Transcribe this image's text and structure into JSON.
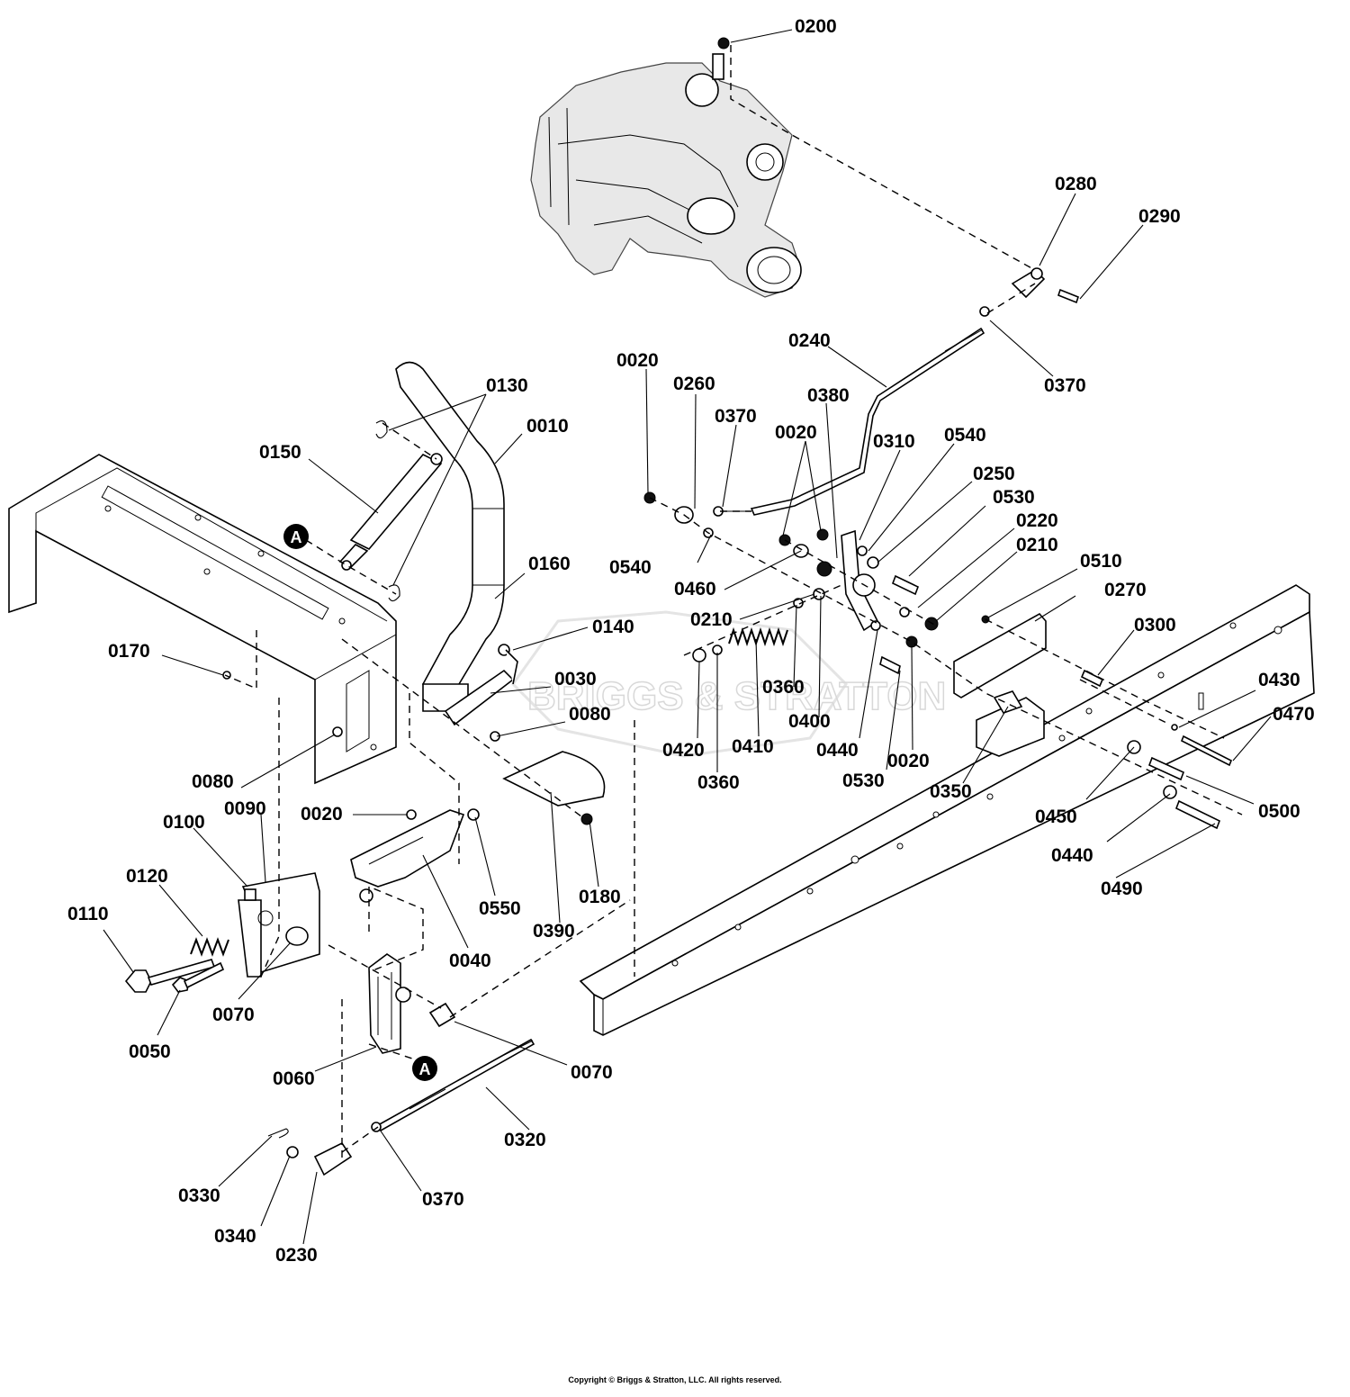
{
  "diagram": {
    "callouts": {
      "c0200": "0200",
      "c0280": "0280",
      "c0290": "0290",
      "c0240": "0240",
      "c0370a": "0370",
      "c0020a": "0020",
      "c0260": "0260",
      "c0370b": "0370",
      "c0380": "0380",
      "c0020b": "0020",
      "c0310": "0310",
      "c0540a": "0540",
      "c0250": "0250",
      "c0530a": "0530",
      "c0220": "0220",
      "c0210a": "0210",
      "c0510": "0510",
      "c0270": "0270",
      "c0300": "0300",
      "c0130": "0130",
      "c0010": "0010",
      "c0150": "0150",
      "c0160": "0160",
      "c0140": "0140",
      "c0030": "0030",
      "c0080a": "0080",
      "c0170": "0170",
      "c0080b": "0080",
      "c0540b": "0540",
      "c0460": "0460",
      "c0210b": "0210",
      "c0420": "0420",
      "c0360a": "0360",
      "c0410": "0410",
      "c0360b": "0360",
      "c0400": "0400",
      "c0440a": "0440",
      "c0530b": "0530",
      "c0020c": "0020",
      "c0350": "0350",
      "c0430": "0430",
      "c0470": "0470",
      "c0450": "0450",
      "c0500": "0500",
      "c0440b": "0440",
      "c0490": "0490",
      "c0020d": "0020",
      "c0550": "0550",
      "c0180": "0180",
      "c0390": "0390",
      "c0040": "0040",
      "c0100": "0100",
      "c0090": "0090",
      "c0120": "0120",
      "c0110": "0110",
      "c0070a": "0070",
      "c0050": "0050",
      "c0060": "0060",
      "c0070b": "0070",
      "c0320": "0320",
      "c0330": "0330",
      "c0340": "0340",
      "c0370c": "0370",
      "c0230": "0230"
    },
    "reference_markers": [
      "A",
      "A"
    ],
    "watermark": "BRIGGS & STRATTON"
  },
  "footer": {
    "copyright": "Copyright © Briggs & Stratton, LLC. All rights reserved."
  }
}
